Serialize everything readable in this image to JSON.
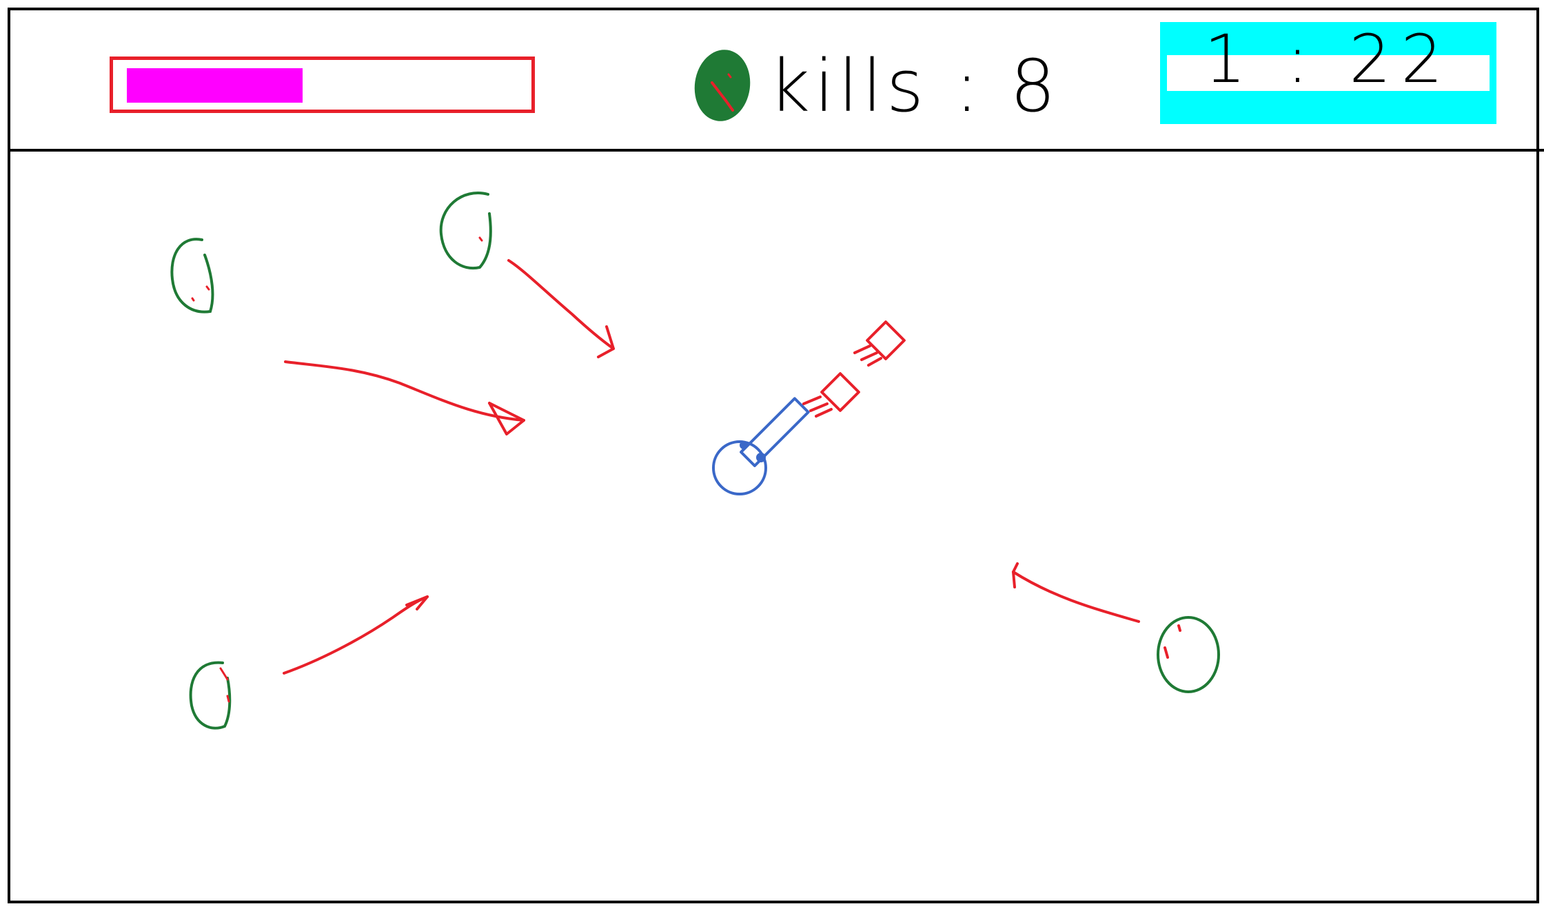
{
  "hud": {
    "health": {
      "fill_fraction": 0.45,
      "fill_color": "#ff00ff",
      "border_color": "#e8202a"
    },
    "kills": {
      "icon": "zombie-head-icon",
      "label": "kills : 8"
    },
    "timer": {
      "value": "1 : 22",
      "background_color": "#00ffff"
    }
  },
  "arena": {
    "player": {
      "icon": "player-tank-icon",
      "color": "#3a68c8"
    },
    "bullet_count": 2,
    "bullet_color": "#e8202a",
    "zombie_count": 4,
    "zombie_color": "#1f7a35",
    "path_arrow_color": "#e8202a"
  }
}
